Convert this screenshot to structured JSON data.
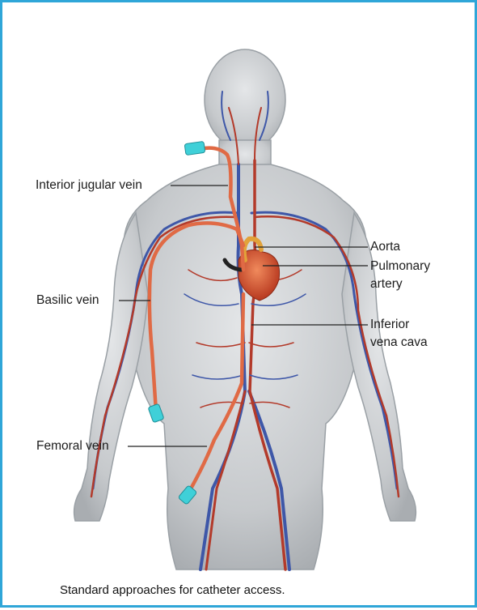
{
  "labels": {
    "interior_jugular_vein": "Interior jugular vein",
    "basilic_vein": "Basilic vein",
    "femoral_vein": "Femoral vein",
    "aorta": "Aorta",
    "pulmonary_artery_line1": "Pulmonary",
    "pulmonary_artery_line2": "artery",
    "inferior_vena_cava_line1": "Inferior",
    "inferior_vena_cava_line2": "vena cava"
  },
  "caption": "Standard approaches for catheter access.",
  "colors": {
    "frame_border": "#2fa6d8",
    "catheter": "#e06a45",
    "catheter_hub": "#3fd0d8",
    "artery": "#b33a2a",
    "vein": "#3e57a8",
    "body": "#c9cccf"
  }
}
